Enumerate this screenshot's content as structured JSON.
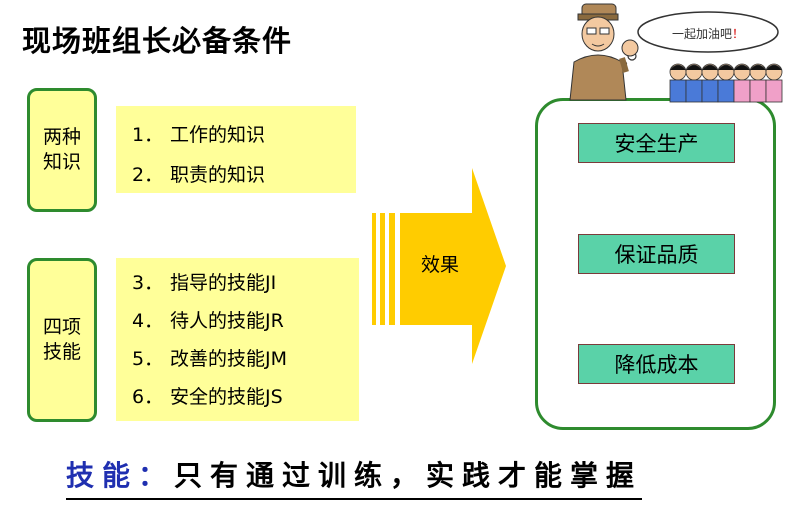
{
  "title": "现场班组长必备条件",
  "groups": [
    {
      "label_lines": [
        "两种",
        "知识"
      ],
      "items": [
        {
          "num": "1．",
          "text": "工作的知识"
        },
        {
          "num": "2．",
          "text": "职责的知识"
        }
      ]
    },
    {
      "label_lines": [
        "四项",
        "技能"
      ],
      "items": [
        {
          "num": "3．",
          "text": "指导的技能JI"
        },
        {
          "num": "4．",
          "text": "待人的技能JR"
        },
        {
          "num": "5．",
          "text": "改善的技能JM"
        },
        {
          "num": "6．",
          "text": "安全的技能JS"
        }
      ]
    }
  ],
  "arrow_label": "效果",
  "results": [
    "安全生产",
    "保证品质",
    "降低成本"
  ],
  "speech_bubble": {
    "text": "一起加油吧",
    "exclaim": "！"
  },
  "footer": {
    "lead": "技能：",
    "rest": "只有通过训练，实践才能掌握"
  },
  "colors": {
    "note_yellow": "#ffff99",
    "frame_green": "#2e8b2e",
    "result_teal": "#5ad2a8",
    "arrow_gold": "#ffcc00",
    "footer_blue": "#1f2fb0"
  }
}
